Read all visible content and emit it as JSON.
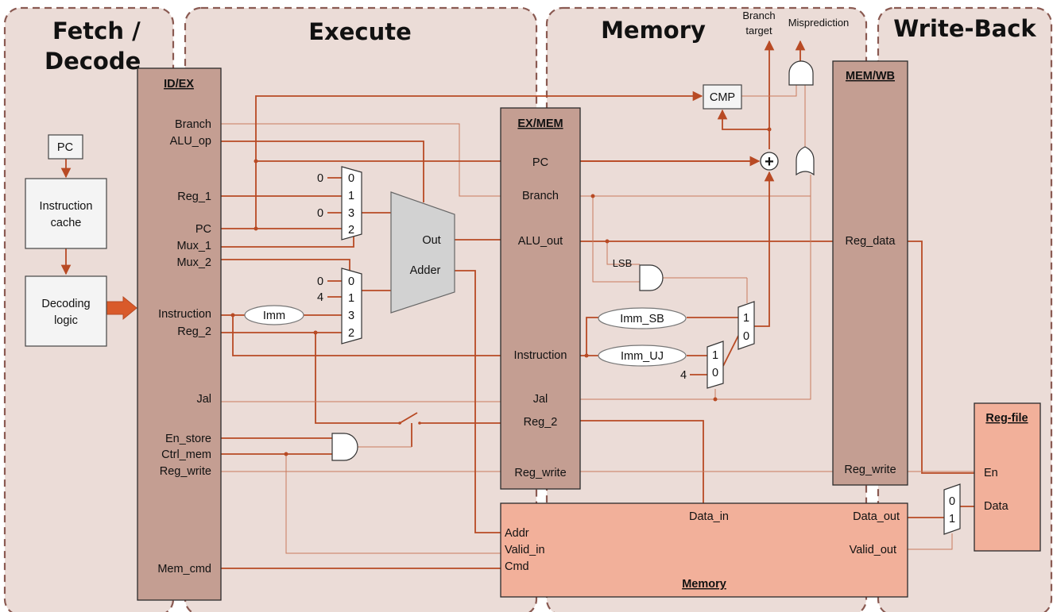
{
  "stages": {
    "fetch": "Fetch /",
    "decode": "Decode",
    "execute": "Execute",
    "memory": "Memory",
    "writeback": "Write-Back"
  },
  "fetch_unit": {
    "pc": "PC",
    "icache_line1": "Instruction",
    "icache_line2": "cache",
    "decode_line1": "Decoding",
    "decode_line2": "logic"
  },
  "id_ex": {
    "title": "ID/EX",
    "ports": [
      "Branch",
      "ALU_op",
      "Reg_1",
      "PC",
      "Mux_1",
      "Mux_2",
      "Instruction",
      "Reg_2",
      "Jal",
      "En_store",
      "Ctrl_mem",
      "Reg_write",
      "Mem_cmd"
    ]
  },
  "execute_unit": {
    "mux1_inputs": [
      "0",
      "1",
      "3",
      "2"
    ],
    "mux1_consts": [
      "0",
      "0"
    ],
    "mux2_inputs": [
      "0",
      "1",
      "3",
      "2"
    ],
    "mux2_consts": [
      "0",
      "4"
    ],
    "imm": "Imm",
    "alu_out": "Out",
    "alu_name": "Adder"
  },
  "ex_mem": {
    "title": "EX/MEM",
    "ports": [
      "PC",
      "Branch",
      "ALU_out",
      "Instruction",
      "Jal",
      "Reg_2",
      "Reg_write"
    ]
  },
  "memory_unit": {
    "cmp": "CMP",
    "plus": "+",
    "branch_target_line1": "Branch",
    "branch_target_line2": "target",
    "misprediction": "Misprediction",
    "lsb": "LSB",
    "imm_sb": "Imm_SB",
    "imm_uj": "Imm_UJ",
    "mux_a_inputs": [
      "1",
      "0"
    ],
    "mux_b_inputs": [
      "1",
      "0"
    ],
    "const_4": "4"
  },
  "memory_block": {
    "title": "Memory",
    "data_in": "Data_in",
    "data_out": "Data_out",
    "valid_out": "Valid_out",
    "addr": "Addr",
    "valid_in": "Valid_in",
    "cmd": "Cmd"
  },
  "mem_wb": {
    "title": "MEM/WB",
    "ports": [
      "Reg_data",
      "Reg_write"
    ]
  },
  "reg_file": {
    "title": "Reg-file",
    "en": "En",
    "data": "Data"
  },
  "wb_mux_inputs": [
    "0",
    "1"
  ],
  "colors": {
    "wire": "#b84a24",
    "stage_fill": "#ebdcd7",
    "register_fill": "#c49e92",
    "block_fill": "#f2b09a"
  }
}
